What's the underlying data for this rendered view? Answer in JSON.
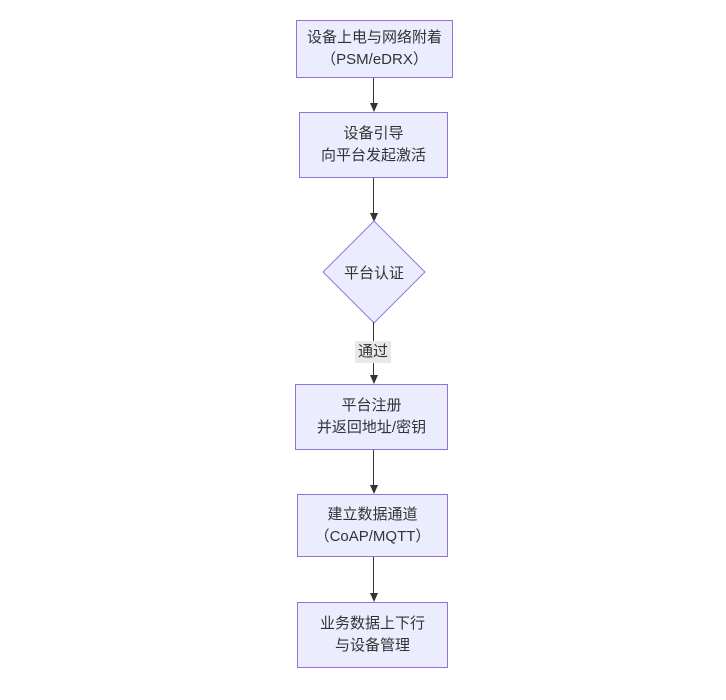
{
  "diagram": {
    "type": "flowchart-vertical",
    "colors": {
      "background": "#ffffff",
      "node_fill": "#ECECFF",
      "node_border": "#9370DB",
      "text_color": "#333333",
      "edge_color": "#333333",
      "edge_label_bg": "#e8e8e8"
    },
    "nodes": [
      {
        "id": "power-attach",
        "shape": "rect",
        "lines": [
          "设备上电与网络附着",
          "（PSM/eDRX）"
        ]
      },
      {
        "id": "bootstrap",
        "shape": "rect",
        "lines": [
          "设备引导",
          "向平台发起激活"
        ]
      },
      {
        "id": "platform-auth",
        "shape": "diamond",
        "lines": [
          "平台认证"
        ]
      },
      {
        "id": "platform-register",
        "shape": "rect",
        "lines": [
          "平台注册",
          "并返回地址/密钥"
        ]
      },
      {
        "id": "data-channel",
        "shape": "rect",
        "lines": [
          "建立数据通道",
          "（CoAP/MQTT）"
        ]
      },
      {
        "id": "business-data",
        "shape": "rect",
        "lines": [
          "业务数据上下行",
          "与设备管理"
        ]
      }
    ],
    "edges": [
      {
        "from": "power-attach",
        "to": "bootstrap",
        "label": ""
      },
      {
        "from": "bootstrap",
        "to": "platform-auth",
        "label": ""
      },
      {
        "from": "platform-auth",
        "to": "platform-register",
        "label": "通过"
      },
      {
        "from": "platform-register",
        "to": "data-channel",
        "label": ""
      },
      {
        "from": "data-channel",
        "to": "business-data",
        "label": ""
      }
    ]
  }
}
